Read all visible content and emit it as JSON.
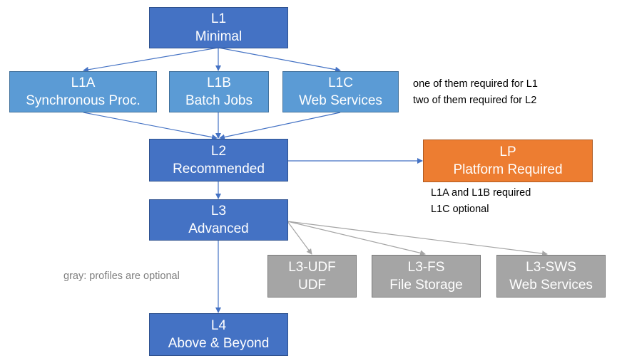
{
  "nodes": {
    "l1": {
      "code": "L1",
      "name": "Minimal"
    },
    "l1a": {
      "code": "L1A",
      "name": "Synchronous Proc."
    },
    "l1b": {
      "code": "L1B",
      "name": "Batch Jobs"
    },
    "l1c": {
      "code": "L1C",
      "name": "Web Services"
    },
    "l2": {
      "code": "L2",
      "name": "Recommended"
    },
    "lp": {
      "code": "LP",
      "name": "Platform Required"
    },
    "l3": {
      "code": "L3",
      "name": "Advanced"
    },
    "l3_udf": {
      "code": "L3-UDF",
      "name": "UDF"
    },
    "l3_fs": {
      "code": "L3-FS",
      "name": "File Storage"
    },
    "l3_sws": {
      "code": "L3-SWS",
      "name": "Web Services"
    },
    "l4": {
      "code": "L4",
      "name": "Above & Beyond"
    }
  },
  "notes": {
    "l1x_line1": "one of them required for L1",
    "l1x_line2": "two of them required for L2",
    "lp_line1": "L1A and L1B required",
    "lp_line2": "L1C optional",
    "legend": "gray: profiles are optional"
  },
  "colors": {
    "level": "#4472c4",
    "sub_profile": "#5b9bd5",
    "platform": "#ed7d31",
    "optional": "#a5a5a5",
    "connector": "#4472c4",
    "optional_connector": "#a5a5a5"
  }
}
